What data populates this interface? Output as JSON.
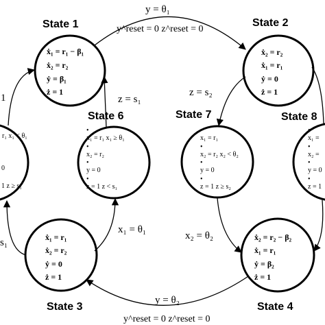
{
  "states": {
    "s1": {
      "name": "State 1",
      "lines": [
        "ẋ₁ = r₁ − β₁",
        "ẋ₂ = r₂",
        "ẏ = β₁",
        "ż = 1"
      ]
    },
    "s2": {
      "name": "State 2",
      "lines": [
        "ẋ₂ = r₂",
        "ẋ₁ = r₁",
        "ẏ = 0",
        "ż = 1"
      ]
    },
    "s3": {
      "name": "State 3",
      "lines": [
        "ẋ₁ = r₁",
        "ẋ₂ = r₂",
        "ẏ = 0",
        "ż = 1"
      ]
    },
    "s4": {
      "name": "State 4",
      "lines": [
        "ẋ₂ = r₂ − β₂",
        "ẋ₁ = r₁",
        "ẏ = β₂",
        "ż = 1"
      ]
    },
    "s5": {
      "lines": [
        "r₁  x₁ < θ₁",
        "0",
        "1  z ≥ s₁"
      ]
    },
    "s6": {
      "name": "State 6",
      "lines": [
        "x₁ = r₁  x₁ ≥ θ₁",
        "x₂ = r₂",
        "y = 0",
        "z = 1  z < s₁"
      ]
    },
    "s7": {
      "name": "State 7",
      "lines": [
        "x₁ = r₁",
        "x₂ = r₂  x₂ < θ₂",
        "y = 0",
        "z = 1  z ≥ s₂"
      ]
    },
    "s8": {
      "name": "State 8",
      "lines": [
        "x₁ =",
        "x₂ =",
        "y = 0",
        "z = 1"
      ]
    }
  },
  "edges": {
    "top_guard": "y = θ₁",
    "top_reset": "y^reset = 0   z^reset = 0",
    "bottom_guard": "y = θ₂",
    "bottom_reset": "y^reset = 0   z^reset = 0",
    "s6_to_s1": "z = s₁",
    "s2_to_s7": "z = s₂",
    "s3_to_s6": "x₁ = θ₁",
    "s7_to_s4": "x₂ = θ₂",
    "left_top": "1",
    "left_bottom": "s₁"
  }
}
